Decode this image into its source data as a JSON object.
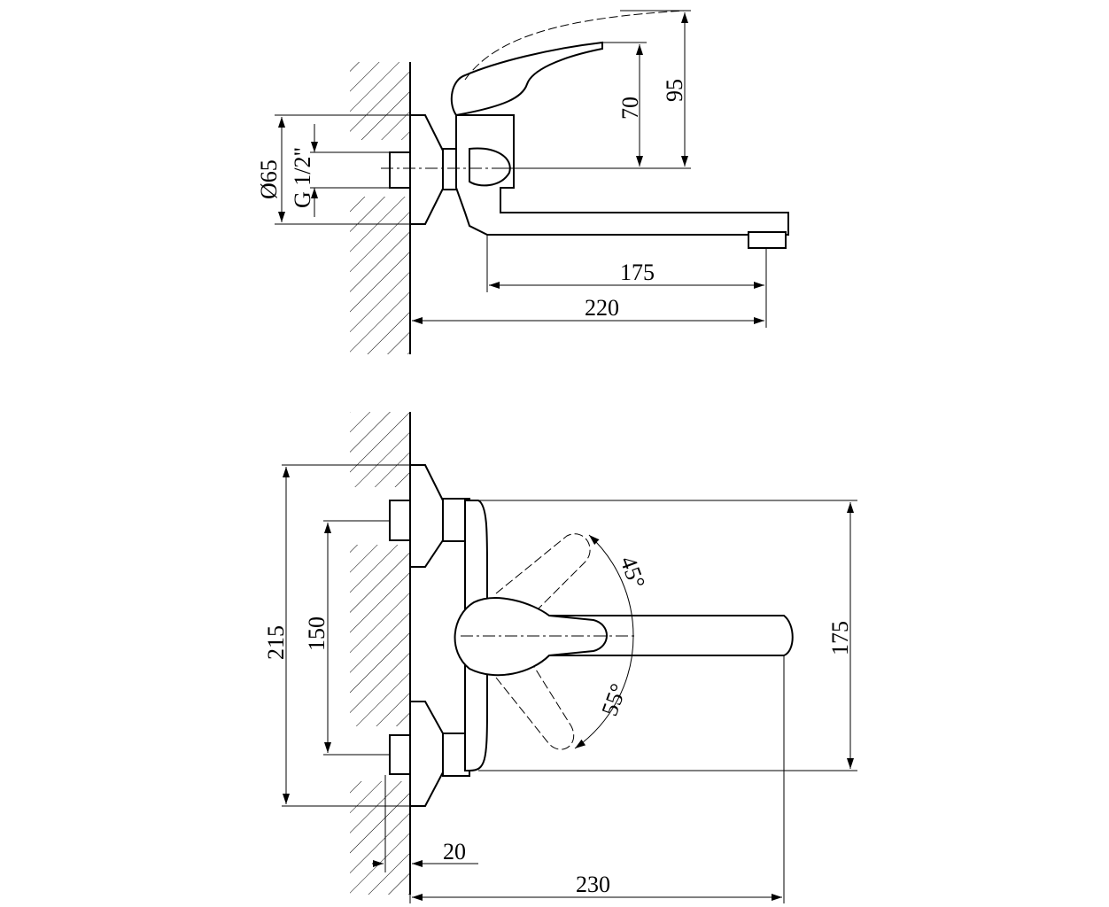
{
  "top_view": {
    "dim_diameter_flange": "Ø65",
    "dim_thread": "G 1/2\"",
    "dim_height_70": "70",
    "dim_height_95": "95",
    "dim_spout_175": "175",
    "dim_reach_220": "220"
  },
  "front_view": {
    "dim_height_215": "215",
    "dim_centers_150": "150",
    "dim_height_175": "175",
    "dim_angle_45": "45°",
    "dim_angle_55": "55°",
    "dim_offset_20": "20",
    "dim_reach_230": "230"
  }
}
